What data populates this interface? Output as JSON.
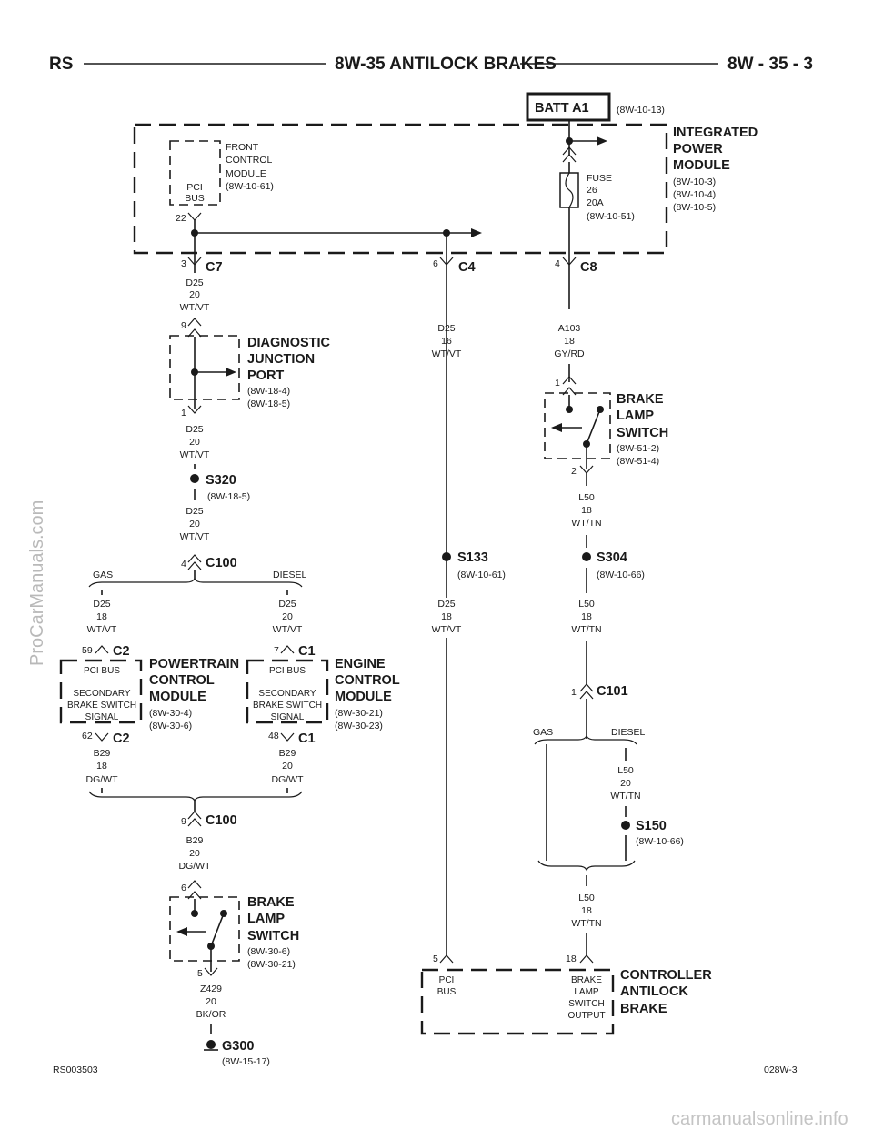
{
  "header": {
    "left": "RS",
    "title": "8W-35 ANTILOCK BRAKES",
    "right": "8W - 35 - 3"
  },
  "batt": {
    "label": "BATT A1",
    "ref": "(8W-10-13)"
  },
  "ipm": {
    "name1": "INTEGRATED",
    "name2": "POWER",
    "name3": "MODULE",
    "ref1": "(8W-10-3)",
    "ref2": "(8W-10-4)",
    "ref3": "(8W-10-5)"
  },
  "fcm": {
    "l1": "FRONT",
    "l2": "CONTROL",
    "l3": "MODULE",
    "ref": "(8W-10-61)",
    "pci1": "PCI",
    "pci2": "BUS",
    "pin": "22"
  },
  "fuse": {
    "l1": "FUSE",
    "l2": "26",
    "l3": "20A",
    "ref": "(8W-10-51)"
  },
  "c7": {
    "pin": "3",
    "name": "C7"
  },
  "c4": {
    "pin": "6",
    "name": "C4"
  },
  "c8": {
    "pin": "4",
    "name": "C8"
  },
  "w_d25_a": {
    "c": "D25",
    "g": "20",
    "col": "WT/VT"
  },
  "dlc": {
    "name1": "DIAGNOSTIC",
    "name2": "JUNCTION",
    "name3": "PORT",
    "ref1": "(8W-18-4)",
    "ref2": "(8W-18-5)",
    "pin_top": "9",
    "pin_bot": "1"
  },
  "w_d25_b": {
    "c": "D25",
    "g": "20",
    "col": "WT/VT"
  },
  "s320": {
    "name": "S320",
    "ref": "(8W-18-5)"
  },
  "w_d25_c": {
    "c": "D25",
    "g": "20",
    "col": "WT/VT"
  },
  "c100a": {
    "pin": "4",
    "name": "C100",
    "gas": "GAS",
    "diesel": "DIESEL"
  },
  "w_d25_gas": {
    "c": "D25",
    "g": "18",
    "col": "WT/VT"
  },
  "w_d25_diesel": {
    "c": "D25",
    "g": "20",
    "col": "WT/VT"
  },
  "pcm": {
    "name1": "POWERTRAIN",
    "name2": "CONTROL",
    "name3": "MODULE",
    "ref1": "(8W-30-4)",
    "ref2": "(8W-30-6)",
    "pin_top": "59",
    "conn_top": "C2",
    "bus": "PCI BUS",
    "s1": "SECONDARY",
    "s2": "BRAKE SWITCH",
    "s3": "SIGNAL",
    "pin_bot": "62",
    "conn_bot": "C2"
  },
  "ecm": {
    "name1": "ENGINE",
    "name2": "CONTROL",
    "name3": "MODULE",
    "ref1": "(8W-30-21)",
    "ref2": "(8W-30-23)",
    "pin_top": "7",
    "conn_top": "C1",
    "bus": "PCI BUS",
    "s1": "SECONDARY",
    "s2": "BRAKE SWITCH",
    "s3": "SIGNAL",
    "pin_bot": "48",
    "conn_bot": "C1"
  },
  "w_b29_gas": {
    "c": "B29",
    "g": "18",
    "col": "DG/WT"
  },
  "w_b29_diesel": {
    "c": "B29",
    "g": "20",
    "col": "DG/WT"
  },
  "c100b": {
    "pin": "9",
    "name": "C100"
  },
  "w_b29": {
    "c": "B29",
    "g": "20",
    "col": "DG/WT"
  },
  "bls_lower": {
    "name1": "BRAKE",
    "name2": "LAMP",
    "name3": "SWITCH",
    "ref1": "(8W-30-6)",
    "ref2": "(8W-30-21)",
    "pin_top": "6",
    "pin_bot": "5"
  },
  "w_z429": {
    "c": "Z429",
    "g": "20",
    "col": "BK/OR"
  },
  "g300": {
    "name": "G300",
    "ref": "(8W-15-17)"
  },
  "w_d25_c4": {
    "c": "D25",
    "g": "16",
    "col": "WT/VT"
  },
  "s133": {
    "name": "S133",
    "ref": "(8W-10-61)"
  },
  "w_d25_cab": {
    "c": "D25",
    "g": "18",
    "col": "WT/VT"
  },
  "w_a103": {
    "c": "A103",
    "g": "18",
    "col": "GY/RD"
  },
  "bls_upper": {
    "name1": "BRAKE",
    "name2": "LAMP",
    "name3": "SWITCH",
    "ref1": "(8W-51-2)",
    "ref2": "(8W-51-4)",
    "pin_top": "1",
    "pin_bot": "2"
  },
  "w_l50_a": {
    "c": "L50",
    "g": "18",
    "col": "WT/TN"
  },
  "s304": {
    "name": "S304",
    "ref": "(8W-10-66)"
  },
  "w_l50_b": {
    "c": "L50",
    "g": "18",
    "col": "WT/TN"
  },
  "c101": {
    "pin": "1",
    "name": "C101",
    "gas": "GAS",
    "diesel": "DIESEL"
  },
  "w_l50_diesel": {
    "c": "L50",
    "g": "20",
    "col": "WT/TN"
  },
  "s150": {
    "name": "S150",
    "ref": "(8W-10-66)"
  },
  "w_l50_c": {
    "c": "L50",
    "g": "18",
    "col": "WT/TN"
  },
  "cab": {
    "name1": "CONTROLLER",
    "name2": "ANTILOCK",
    "name3": "BRAKE",
    "pin_pci": "5",
    "pin_bls": "18",
    "pci1": "PCI",
    "pci2": "BUS",
    "o1": "BRAKE",
    "o2": "LAMP",
    "o3": "SWITCH",
    "o4": "OUTPUT"
  },
  "footer": {
    "left": "RS003503",
    "right": "028W-3"
  },
  "watermarks": {
    "side": "ProCarManuals.com",
    "bottom": "carmanualsonline.info"
  }
}
